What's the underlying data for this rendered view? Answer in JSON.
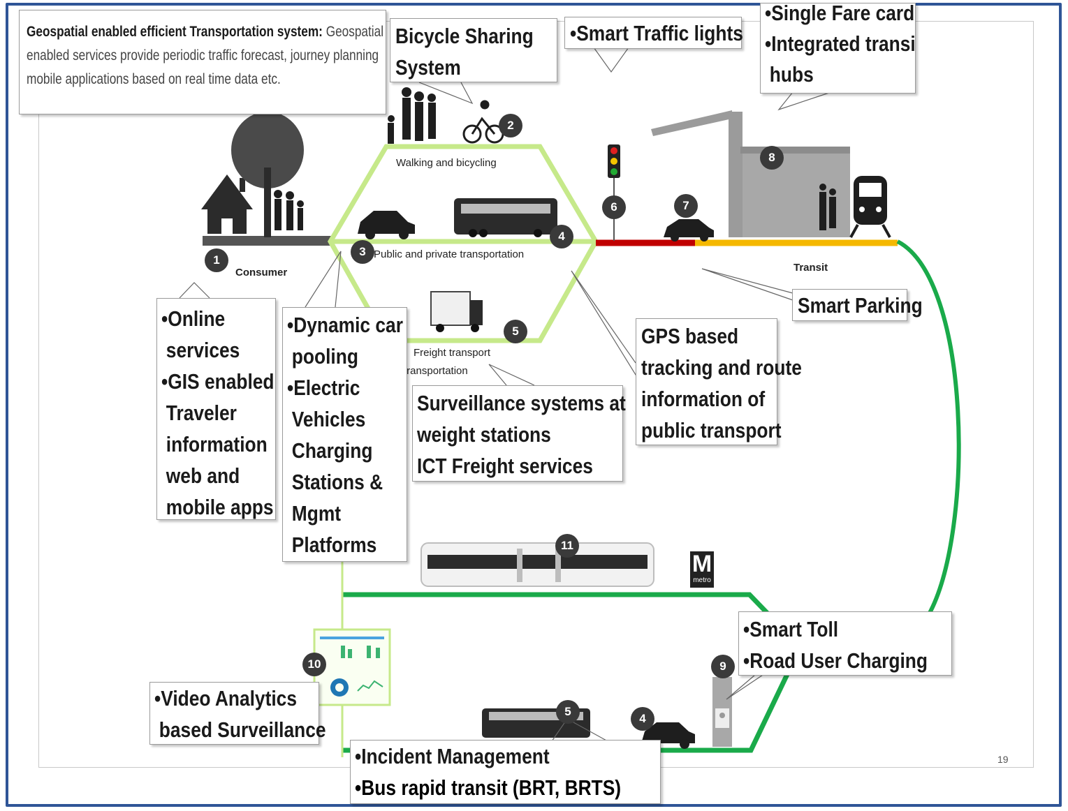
{
  "callouts": {
    "geospatial": {
      "title": "Geospatial enabled efficient Transportation system:",
      "body1": " Geospatial",
      "body2": "enabled services provide periodic traffic forecast, journey planning",
      "body3": "mobile applications based on real time data etc."
    },
    "bicycle": {
      "line1": "Bicycle Sharing",
      "line2": "System"
    },
    "traffic_lights": {
      "line1": "•Smart Traffic lights"
    },
    "fare": {
      "line1": "•Single Fare card",
      "line2": "•Integrated transit",
      "line3": "hubs"
    },
    "online": {
      "line1": "•Online",
      "line2": "services",
      "line3": "•GIS enabled",
      "line4": "Traveler",
      "line5": "information",
      "line6": "web and",
      "line7": "mobile apps"
    },
    "carpool": {
      "line1": "•Dynamic car",
      "line2": "pooling",
      "line3": "•Electric",
      "line4": "Vehicles",
      "line5": "Charging",
      "line6": "Stations &",
      "line7": "Mgmt",
      "line8": "Platforms"
    },
    "surveillance": {
      "line1": "Surveillance systems at",
      "line2": "weight stations",
      "line3": "ICT Freight services"
    },
    "gps": {
      "line1": "GPS based",
      "line2": "tracking and route",
      "line3": "information of",
      "line4": "public transport"
    },
    "parking": {
      "line1": "Smart Parking"
    },
    "toll": {
      "line1": "•Smart Toll",
      "line2": "•Road User Charging"
    },
    "video": {
      "line1": "•Video Analytics",
      "line2": "based Surveillance"
    },
    "incident": {
      "line1": "•Incident Management",
      "line2": "•Bus rapid transit (BRT, BRTS)"
    }
  },
  "labels": {
    "walking": "Walking and bicycling",
    "public_private": "Public and private transportation",
    "freight": "Freight transport",
    "transportation_partial": "transportation",
    "consumer": "Consumer",
    "transit": "Transit"
  },
  "badges": {
    "b1": "1",
    "b2": "2",
    "b3": "3",
    "b4": "4",
    "b5": "5",
    "b6": "6",
    "b7": "7",
    "b8": "8",
    "b9": "9",
    "b10": "10",
    "b11": "11",
    "b4b": "4",
    "b5b": "5"
  },
  "metro_logo": {
    "letter": "M",
    "sub": "metro"
  },
  "page_number": "19",
  "colors": {
    "frame": "#2f5597",
    "hexagon": "#c6e98a",
    "route_green": "#1aaa4a",
    "route_red": "#c00000",
    "route_yellow": "#f5b800",
    "badge": "#3a3a3a"
  }
}
